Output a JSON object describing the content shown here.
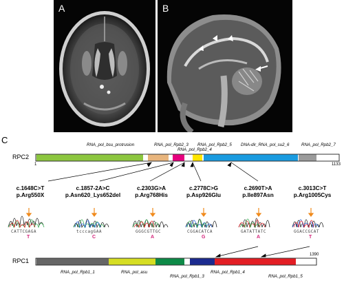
{
  "figure": {
    "panel_a": "A",
    "panel_b": "B",
    "panel_c": "C"
  },
  "rpc2": {
    "label": "RPC2",
    "start": "1",
    "end": "1133",
    "domains": [
      {
        "name": "RNA_pol_bsu_protrusion",
        "color": "#8cc63f"
      },
      {
        "name": "RNA_pol_Rpb2_3",
        "color": "#e8b57d"
      },
      {
        "name": "RNA_pol_Rpb2_4",
        "color": "#e6007e"
      },
      {
        "name": "RNA_pol_Rpb2_5",
        "color": "#ffe600"
      },
      {
        "name": "DNA-dir_RNA_pol_su2_6",
        "color": "#1a9be0"
      },
      {
        "name": "RNA_pol_Rpb2_7",
        "color": "#9b9b9b"
      }
    ]
  },
  "rpc1": {
    "label": "RPC1",
    "end": "1390",
    "domains": [
      {
        "name": "RNA_pol_Rpb1_1",
        "color": "#666666"
      },
      {
        "name": "RNA_pol_asu",
        "color": "#d6de23"
      },
      {
        "name": "RNA_pol_Rpb1_3",
        "color": "#0d8a47"
      },
      {
        "name": "RNA_pol_Rpb1_4",
        "color": "#1b2a8f"
      },
      {
        "name": "RNA_pol_Rpb1_5",
        "color": "#e31e24"
      }
    ]
  },
  "mutations": [
    {
      "cdna": "c.1648C>T",
      "protein": "p.Arg550X",
      "sequence": "CATTCGAGA",
      "base": "T"
    },
    {
      "cdna": "c.1857-2A>C",
      "protein": "p.Asn620_Lys652del",
      "sequence": "tcccagGAA",
      "base": "C"
    },
    {
      "cdna": "c.2303G>A",
      "protein": "p.Arg768His",
      "sequence": "GGGCGTTGC",
      "base": "A"
    },
    {
      "cdna": "c.2778C>G",
      "protein": "p.Asp926Glu",
      "sequence": "CGGACATCA",
      "base": "G"
    },
    {
      "cdna": "c.2690T>A",
      "protein": "p.Ile897Asn",
      "sequence": "GATATTATC",
      "base": "A"
    },
    {
      "cdna": "c.3013C>T",
      "protein": "p.Arg1005Cys",
      "sequence": "GGACCGCAT",
      "base": "T"
    }
  ]
}
